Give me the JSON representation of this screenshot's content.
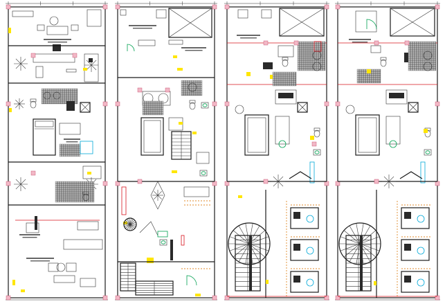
{
  "drawing": {
    "sheets": [
      {
        "id": "plan-1"
      },
      {
        "id": "plan-2"
      },
      {
        "id": "plan-3"
      },
      {
        "id": "plan-4"
      }
    ],
    "colors": {
      "walls": "#1a1a1a",
      "doors": "#00a050",
      "windows": "#00a8d8",
      "electrical": "#d8141e",
      "columns": "#f2b8c6",
      "hatch": "#c8c8c8",
      "accent": "#ffe600"
    }
  }
}
